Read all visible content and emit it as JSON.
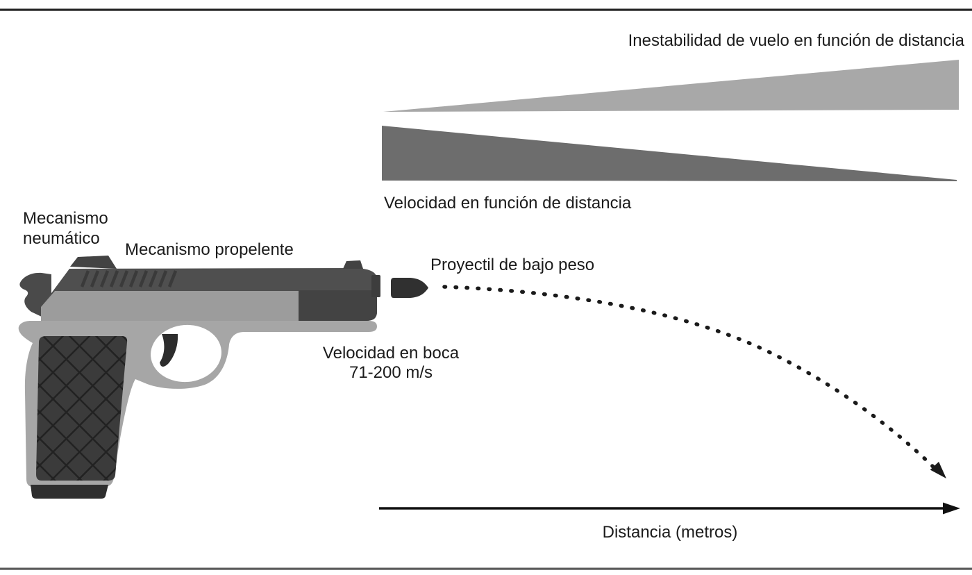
{
  "figure": {
    "type": "ballistics-diagram",
    "background": "#ffffff",
    "top_rule_color": "#262626",
    "bottom_rule_color": "#5a5a5a",
    "labels": {
      "instability": "Inestabilidad de vuelo en función de distancia",
      "velocity_distance": "Velocidad en función de distancia",
      "pneumatic_line1": "Mecanismo",
      "pneumatic_line2": "neumático",
      "propellant": "Mecanismo propelente",
      "projectile": "Proyectil de bajo peso",
      "muzzle_velocity_line1": "Velocidad en boca",
      "muzzle_velocity_line2": "71-200 m/s",
      "axis": "Distancia (metros)"
    },
    "wedges": [
      {
        "name": "inestabilidad-de-vuelo",
        "shape": "triangle widening to the right",
        "color": "#a8a8a8"
      },
      {
        "name": "velocidad",
        "shape": "triangle narrowing to the right",
        "color": "#6d6d6d"
      }
    ],
    "colors": {
      "text": "#1b1b1b",
      "trajectory": "#1a1a1a",
      "axis": "#111111",
      "pistol_slide": "#4f4f4f",
      "pistol_front_block": "#434343",
      "pistol_band": "#9c9c9c",
      "pistol_frame": "#a6a6a6",
      "pistol_grip": "#3b3b3b",
      "pistol_grip_hatch": "#222222",
      "pistol_trigger": "#2d2d2d",
      "pistol_mag_base": "#2e2e2e",
      "bullet": "#303030"
    }
  }
}
